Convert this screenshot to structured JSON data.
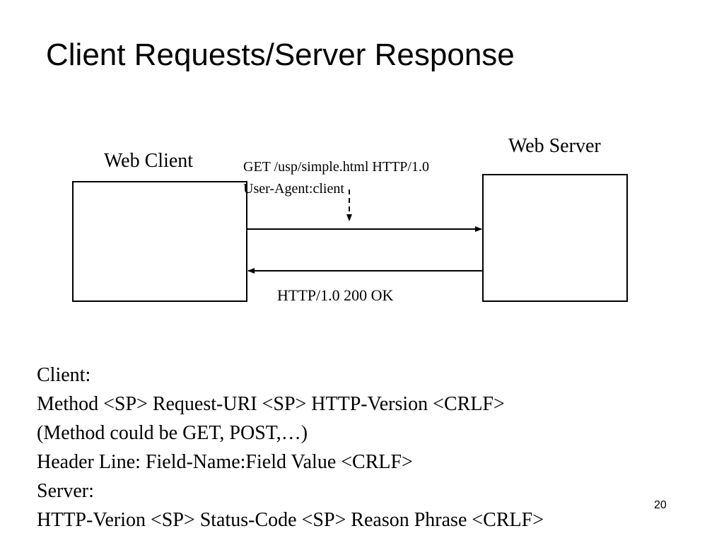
{
  "slide": {
    "title": "Client Requests/Server Response",
    "page_number": "20"
  },
  "diagram": {
    "client_label": "Web Client",
    "server_label": "Web Server",
    "request_lines": [
      "GET /usp/simple.html HTTP/1.0",
      "User-Agent:client"
    ],
    "response_label": "HTTP/1.0 200 OK"
  },
  "notes": {
    "lines": [
      "Client:",
      "Method <SP> Request-URI <SP> HTTP-Version <CRLF>",
      "(Method could be GET, POST,…)",
      "Header Line: Field-Name:Field Value <CRLF>",
      "Server:",
      "HTTP-Verion <SP> Status-Code <SP> Reason Phrase <CRLF>"
    ]
  }
}
